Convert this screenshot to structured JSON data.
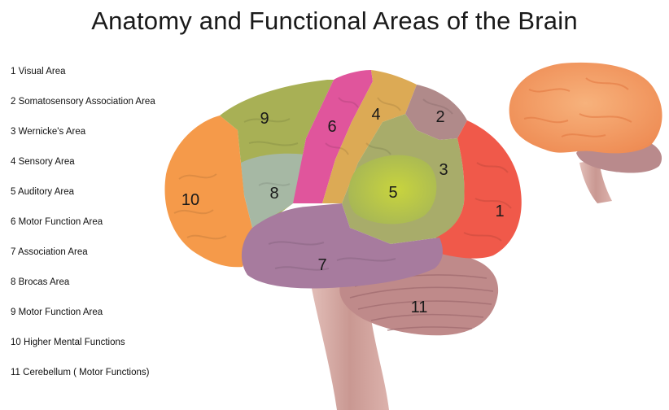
{
  "title": "Anatomy and Functional Areas of the Brain",
  "legend": [
    "1 Visual Area",
    "2 Somatosensory Association Area",
    "3 Wernicke's Area",
    "4 Sensory  Area",
    "5 Auditory Area",
    "6 Motor Function Area",
    "7 Association Area",
    "8 Brocas Area",
    "9 Motor Function Area",
    "10 Higher Mental Functions",
    "11 Cerebellum ( Motor Functions)"
  ],
  "region_labels": {
    "r1": "1",
    "r2": "2",
    "r3": "3",
    "r4": "4",
    "r5": "5",
    "r6": "6",
    "r7": "7",
    "r8": "8",
    "r9": "9",
    "r10": "10",
    "r11": "11"
  },
  "colors": {
    "visual": "#f0594a",
    "somatosensory_association": "#b08a8a",
    "wernicke": "#a8ac6a",
    "sensory": "#dcaa55",
    "auditory": "#b3c24a",
    "motor_function_6": "#e0559c",
    "association": "#a77b9e",
    "broca": "#a6b8a4",
    "motor_function_9": "#a8b055",
    "higher_mental": "#f59a4a",
    "cerebellum": "#bf8a8a",
    "brainstem": "#d3aaa5",
    "small_brain": "#f29a60"
  }
}
